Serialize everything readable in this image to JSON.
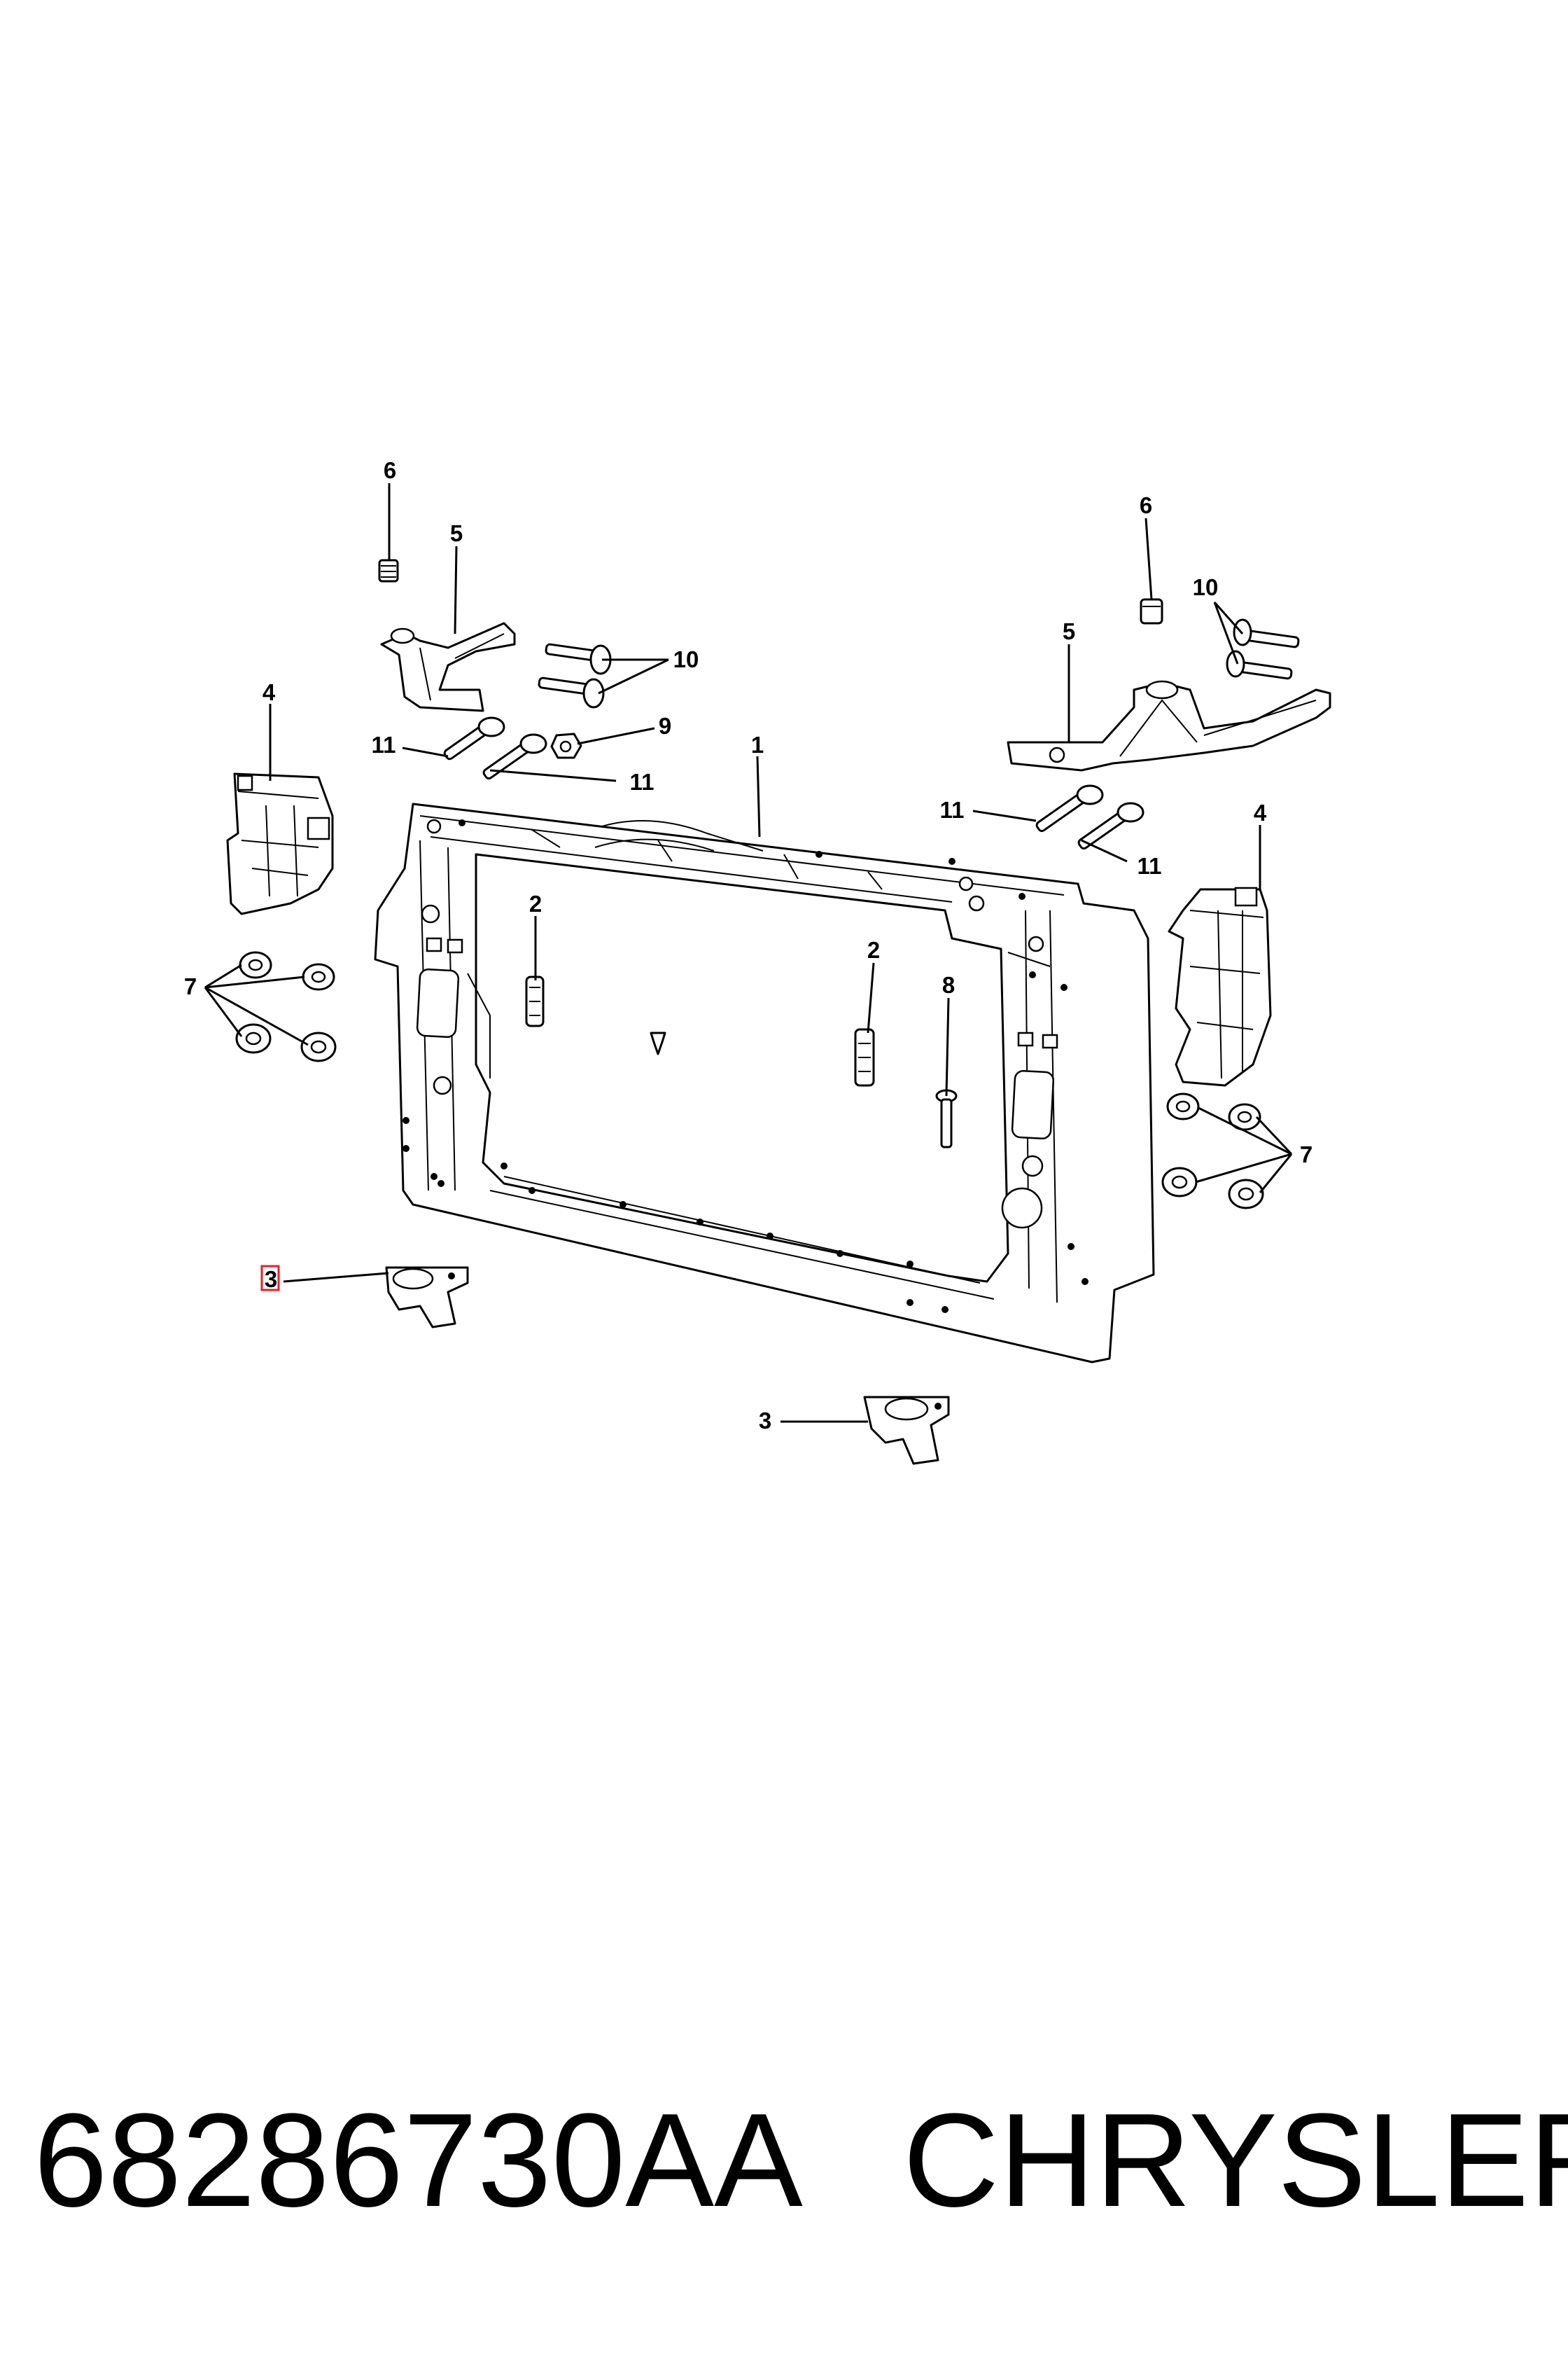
{
  "callouts": [
    {
      "id": "c1",
      "text": "1"
    },
    {
      "id": "c2a",
      "text": "2"
    },
    {
      "id": "c2b",
      "text": "2"
    },
    {
      "id": "c3a",
      "text": "3"
    },
    {
      "id": "c3b",
      "text": "3"
    },
    {
      "id": "c4a",
      "text": "4"
    },
    {
      "id": "c4b",
      "text": "4"
    },
    {
      "id": "c5a",
      "text": "5"
    },
    {
      "id": "c5b",
      "text": "5"
    },
    {
      "id": "c6a",
      "text": "6"
    },
    {
      "id": "c6b",
      "text": "6"
    },
    {
      "id": "c7a",
      "text": "7"
    },
    {
      "id": "c7b",
      "text": "7"
    },
    {
      "id": "c8",
      "text": "8"
    },
    {
      "id": "c9",
      "text": "9"
    },
    {
      "id": "c10a",
      "text": "10"
    },
    {
      "id": "c10b",
      "text": "10"
    },
    {
      "id": "c11a",
      "text": "11"
    },
    {
      "id": "c11b",
      "text": "11"
    },
    {
      "id": "c11c",
      "text": "11"
    },
    {
      "id": "c11d",
      "text": "11"
    }
  ],
  "highlight_color": "#e8202a",
  "footer": {
    "part_number": "68286730AA",
    "brand": "CHRYSLER"
  }
}
